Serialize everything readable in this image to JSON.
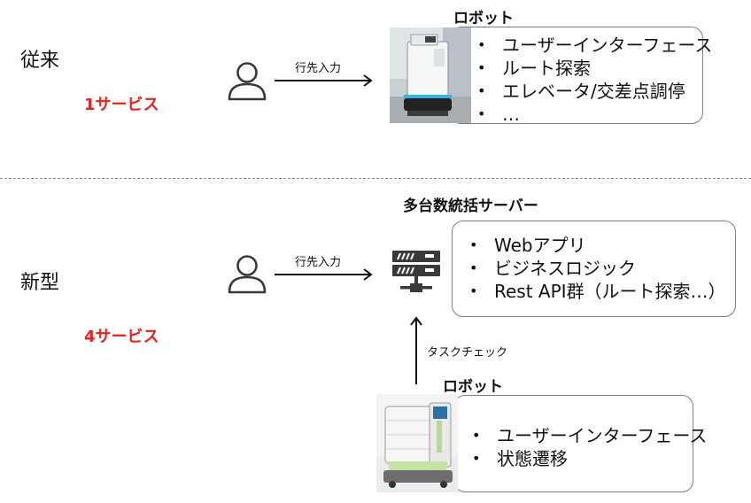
{
  "legacy": {
    "label": "従来",
    "service_count": "1サービス",
    "arrow_label": "行先入力",
    "robot_title": "ロボット",
    "robot_features": [
      "ユーザーインターフェース",
      "ルート探索",
      "エレベータ/交差点調停",
      "…"
    ]
  },
  "new": {
    "label": "新型",
    "service_count": "4サービス",
    "arrow_label": "行先入力",
    "server_title": "多台数統括サーバー",
    "server_features": [
      "Webアプリ",
      "ビジネスロジック",
      "Rest API群（ルート探索…）"
    ],
    "task_check_label": "タスクチェック",
    "robot_title": "ロボット",
    "robot_features": [
      "ユーザーインターフェース",
      "状態遷移"
    ]
  },
  "colors": {
    "accent_red": "#e8211b",
    "border_gray": "#7f7f7f",
    "icon_dark": "#3a3a3a"
  },
  "icons": [
    "person-icon",
    "server-icon",
    "robot-photo"
  ]
}
